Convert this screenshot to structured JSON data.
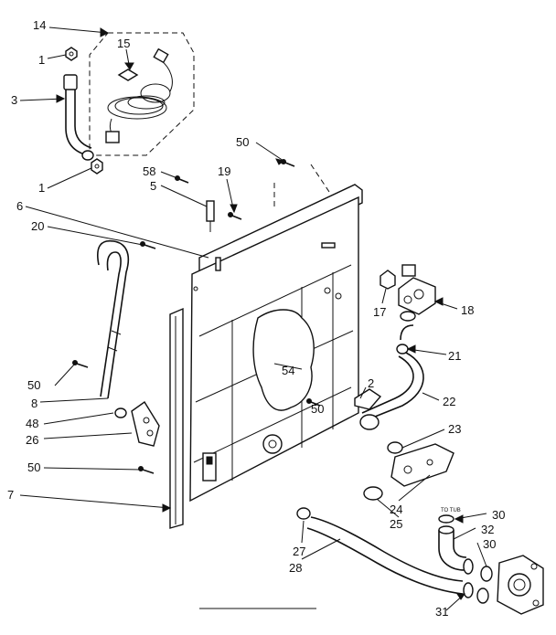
{
  "labels": {
    "p14": "14",
    "p15": "15",
    "p1a": "1",
    "p3": "3",
    "p1b": "1",
    "p50a": "50",
    "p58": "58",
    "p5": "5",
    "p19": "19",
    "p6": "6",
    "p20": "20",
    "p17": "17",
    "p18": "18",
    "p21": "21",
    "p22": "22",
    "p2": "2",
    "p54": "54",
    "p50b": "50",
    "p50c": "50",
    "p8": "8",
    "p48": "48",
    "p26": "26",
    "p50d": "50",
    "p7": "7",
    "p23": "23",
    "p24": "24",
    "p25": "25",
    "p30a": "30",
    "p32": "32",
    "p30b": "30",
    "p27": "27",
    "p28": "28",
    "p31": "31"
  },
  "annotations": {
    "to_tub": "TO TUB"
  }
}
